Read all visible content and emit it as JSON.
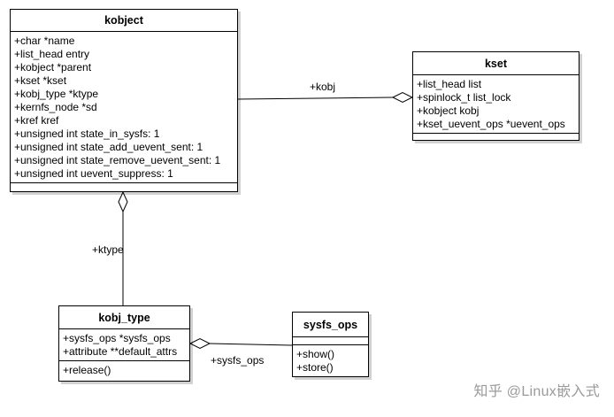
{
  "classes": {
    "kobject": {
      "name": "kobject",
      "attributes": [
        "+char *name",
        "+list_head entry",
        "+kobject *parent",
        "+kset *kset",
        "+kobj_type *ktype",
        "+kernfs_node *sd",
        "+kref kref",
        "+unsigned int state_in_sysfs: 1",
        "+unsigned int state_add_uevent_sent: 1",
        "+unsigned int state_remove_uevent_sent: 1",
        "+unsigned int uevent_suppress: 1"
      ],
      "methods": []
    },
    "kset": {
      "name": "kset",
      "attributes": [
        "+list_head list",
        "+spinlock_t list_lock",
        "+kobject kobj",
        "+kset_uevent_ops *uevent_ops"
      ],
      "methods": []
    },
    "kobj_type": {
      "name": "kobj_type",
      "attributes": [
        "+sysfs_ops *sysfs_ops",
        "+attribute **default_attrs"
      ],
      "methods": [
        "+release()"
      ]
    },
    "sysfs_ops": {
      "name": "sysfs_ops",
      "attributes": [],
      "methods": [
        "+show()",
        "+store()"
      ]
    }
  },
  "associations": [
    {
      "label": "+kobj",
      "from": "kobject",
      "to": "kset",
      "aggregation_end": "kset"
    },
    {
      "label": "+ktype",
      "from": "kobj_type",
      "to": "kobject",
      "aggregation_end": "kobject"
    },
    {
      "label": "+sysfs_ops",
      "from": "sysfs_ops",
      "to": "kobj_type",
      "aggregation_end": "kobj_type"
    }
  ],
  "watermark": "知乎 @Linux嵌入式"
}
